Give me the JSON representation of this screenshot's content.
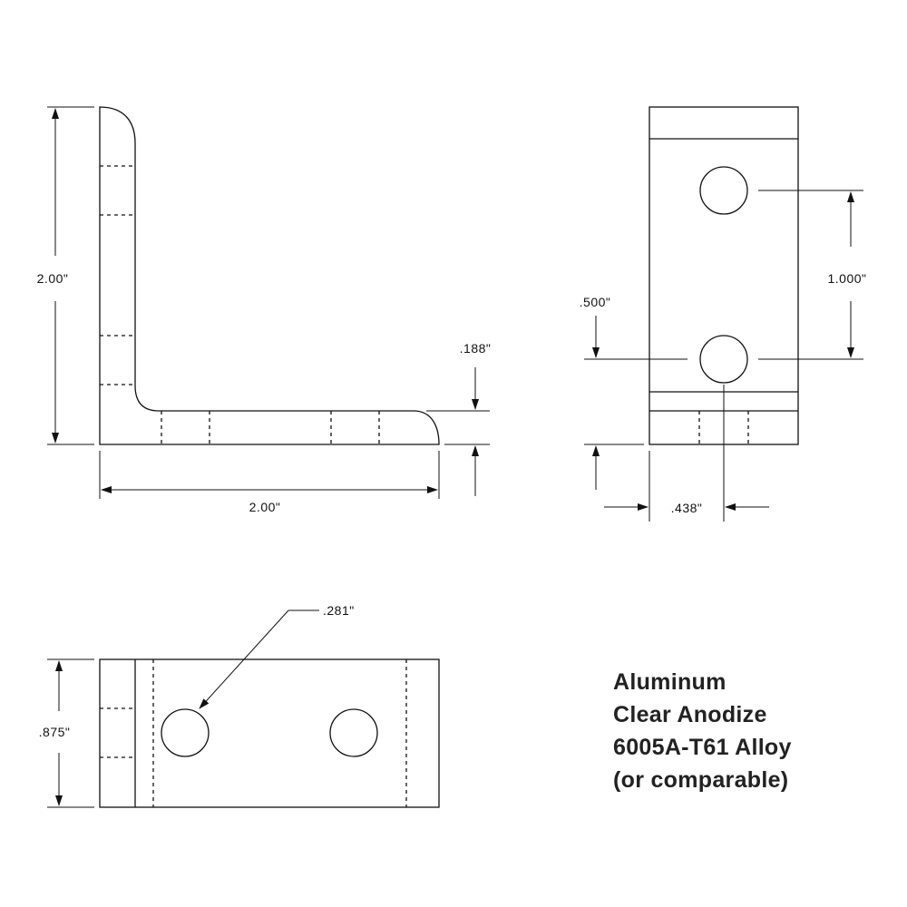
{
  "side_view": {
    "height_label": "2.00\"",
    "width_label": "2.00\"",
    "thickness_label": ".188\""
  },
  "end_view": {
    "hole_spacing_label": "1.000\"",
    "edge_offset_label": ".500\"",
    "center_offset_label": ".438\""
  },
  "top_view": {
    "hole_diameter_label": ".281\"",
    "width_label": ".875\""
  },
  "material_note": {
    "lines": [
      "Aluminum",
      "Clear Anodize",
      "6005A-T61 Alloy",
      "(or comparable)"
    ]
  }
}
